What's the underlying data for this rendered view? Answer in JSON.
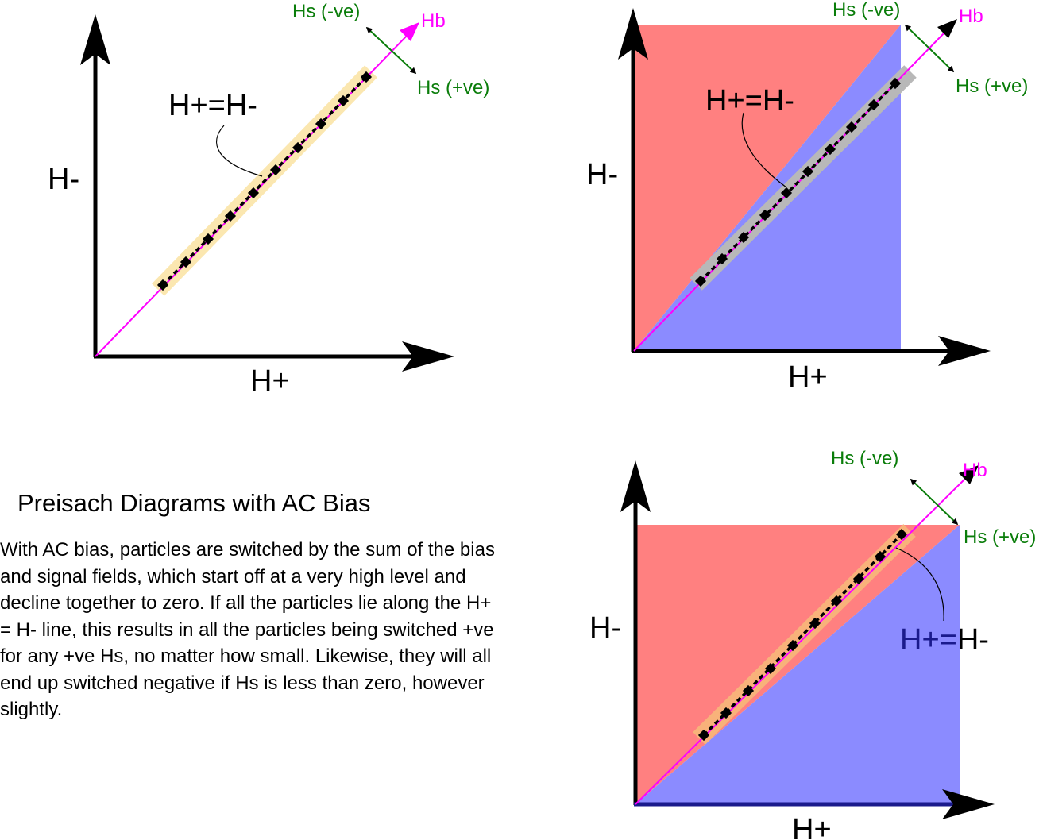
{
  "colors": {
    "red_region": "#ff8080",
    "blue_region": "#8b8bff",
    "diagonal": "#ff00ff",
    "signal_arrow": "#0a7d0a",
    "particle_band_yellow": "#fbe7b0",
    "particle_band_grey": "#b8b8b8",
    "particle_band_orange": "#f8b27a",
    "label_dark_blue": "#1a1a8c"
  },
  "diagrams": [
    {
      "id": "top-left",
      "x_label": "H+",
      "y_label": "H-",
      "diag_label": "H+=H-",
      "hb_label": "Hb",
      "hs_neg_label": "Hs (-ve)",
      "hs_pos_label": "Hs (+ve)"
    },
    {
      "id": "top-right",
      "x_label": "H+",
      "y_label": "H-",
      "diag_label": "H+=H-",
      "hb_label": "Hb",
      "hs_neg_label": "Hs (-ve)",
      "hs_pos_label": "Hs (+ve)"
    },
    {
      "id": "bottom-right",
      "x_label": "H+",
      "y_label": "H-",
      "diag_label_part1": "H+=",
      "diag_label_part2": "H-",
      "hb_label": "Hb",
      "hs_neg_label": "Hs (-ve)",
      "hs_pos_label": "Hs (+ve)"
    }
  ],
  "caption": {
    "title": "Preisach Diagrams with AC Bias",
    "body": "With AC bias, particles are switched by the sum of the bias and signal fields, which start off at a very high level and decline together to zero. If all the particles lie along the H+ = H- line, this results in all the particles being switched +ve for any +ve Hs, no matter how small. Likewise, they will all end up switched negative if Hs is less than zero, however slightly."
  }
}
